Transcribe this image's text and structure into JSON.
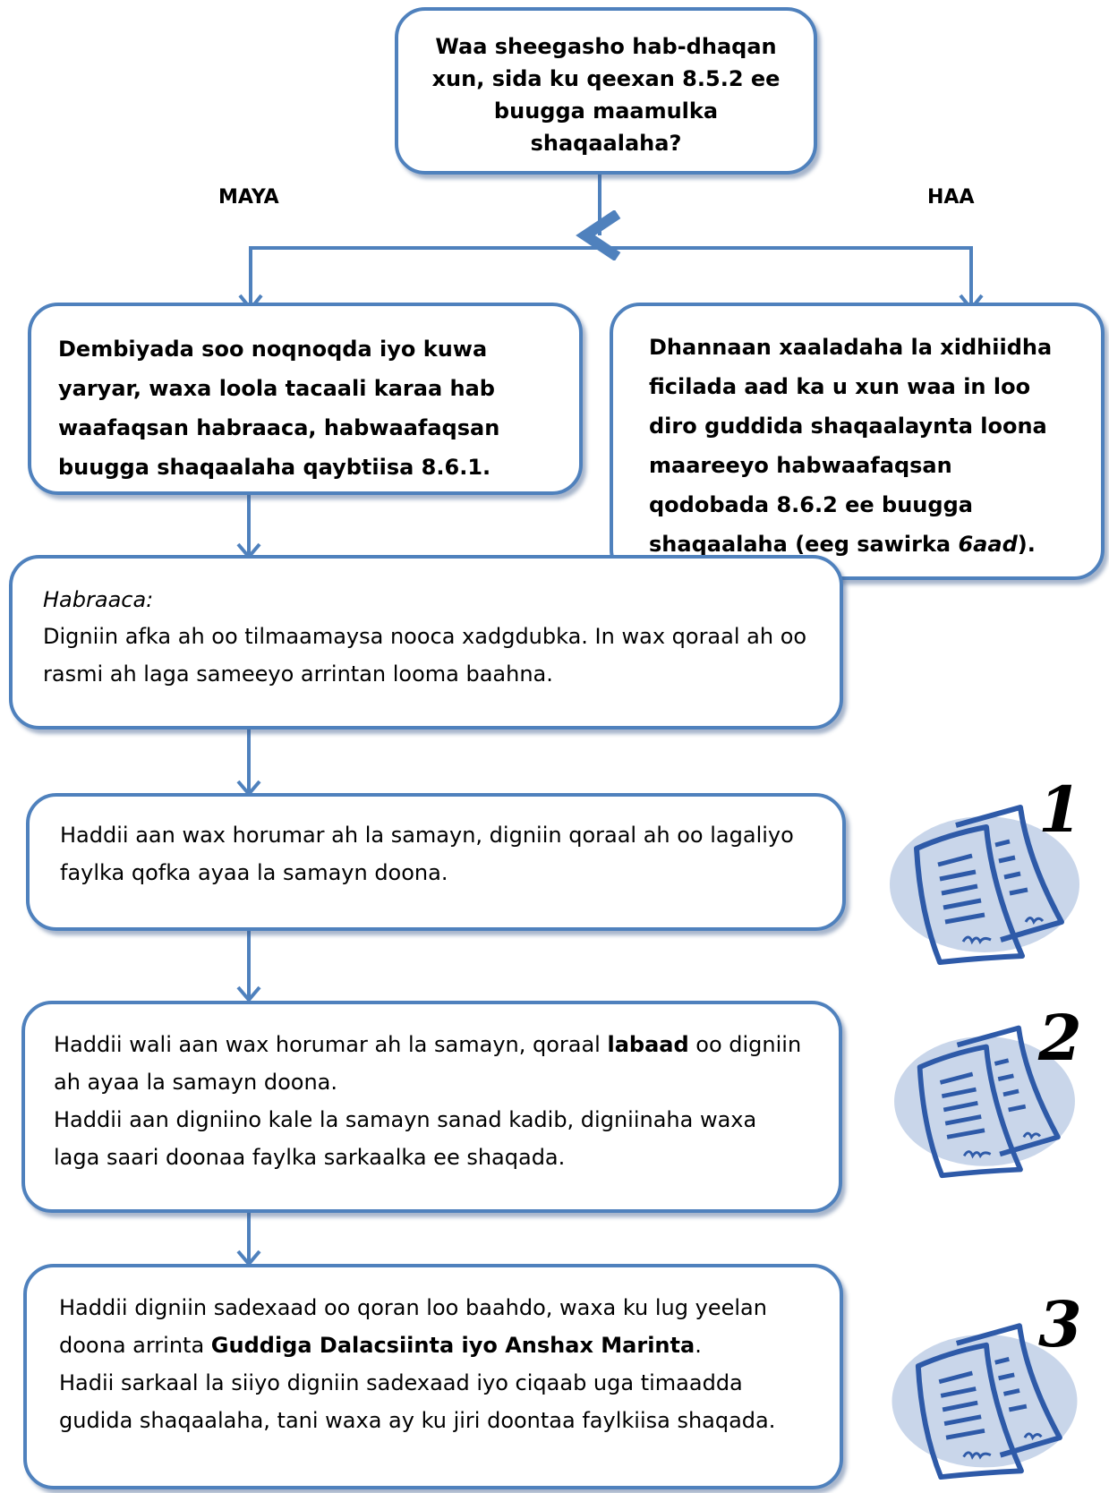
{
  "question": "Waa sheegasho hab-dhaqan xun, sida ku qeexan 8.5.2 ee buugga maamulka shaqaalaha?",
  "branch_no": "MAYA",
  "branch_yes": "HAA",
  "left_box": "Dembiyada soo noqnoqda iyo kuwa yaryar, waxa loola tacaali karaa hab waafaqsan habraaca, habwaafaqsan buugga shaqaalaha qaybtiisa  8.6.1.",
  "right_box": {
    "text": "Dhannaan xaaladaha la xidhiidha ficilada aad ka u xun waa in loo diro guddida shaqaalaynta loona maareeyo habwaafaqsan qodobada 8.6.2 ee buugga shaqaalaha (eeg sawirka ",
    "italic": "6aad",
    "end": ")."
  },
  "procedure_box": {
    "heading": "Habraaca:",
    "text": "Digniin afka ah oo tilmaamaysa nooca xadgdubka.  In wax qoraal ah oo rasmi ah laga sameeyo arrintan looma baahna."
  },
  "step1": {
    "text": "Haddii aan wax horumar ah la samayn, digniin qoraal ah oo lagaliyo faylka qofka ayaa la samayn doona.",
    "number": "1"
  },
  "step2": {
    "line1_a": "Haddii wali aan wax horumar ah la samayn, qoraal ",
    "line1_bold": "labaad",
    "line1_b": " oo digniin ah ayaa la samayn doona.",
    "line2": "Haddii aan digniino kale la samayn sanad kadib, digniinaha waxa laga saari doonaa faylka sarkaalka ee shaqada.",
    "number": "2"
  },
  "step3": {
    "line1_a": "Haddii digniin sadexaad oo qoran loo baahdo, waxa ku lug yeelan doona arrinta ",
    "line1_bold": "Guddiga Dalacsiinta iyo Anshax Marinta",
    "line1_b": ".",
    "line2": "Hadii sarkaal la siiyo digniin sadexaad iyo ciqaab uga timaadda gudida shaqaalaha, tani waxa ay ku jiri doontaa faylkiisa shaqada.",
    "number": "3"
  },
  "colors": {
    "border": "#4f81bd",
    "icon_blue": "#2e5aa8",
    "icon_bg": "#c9d6ea"
  }
}
